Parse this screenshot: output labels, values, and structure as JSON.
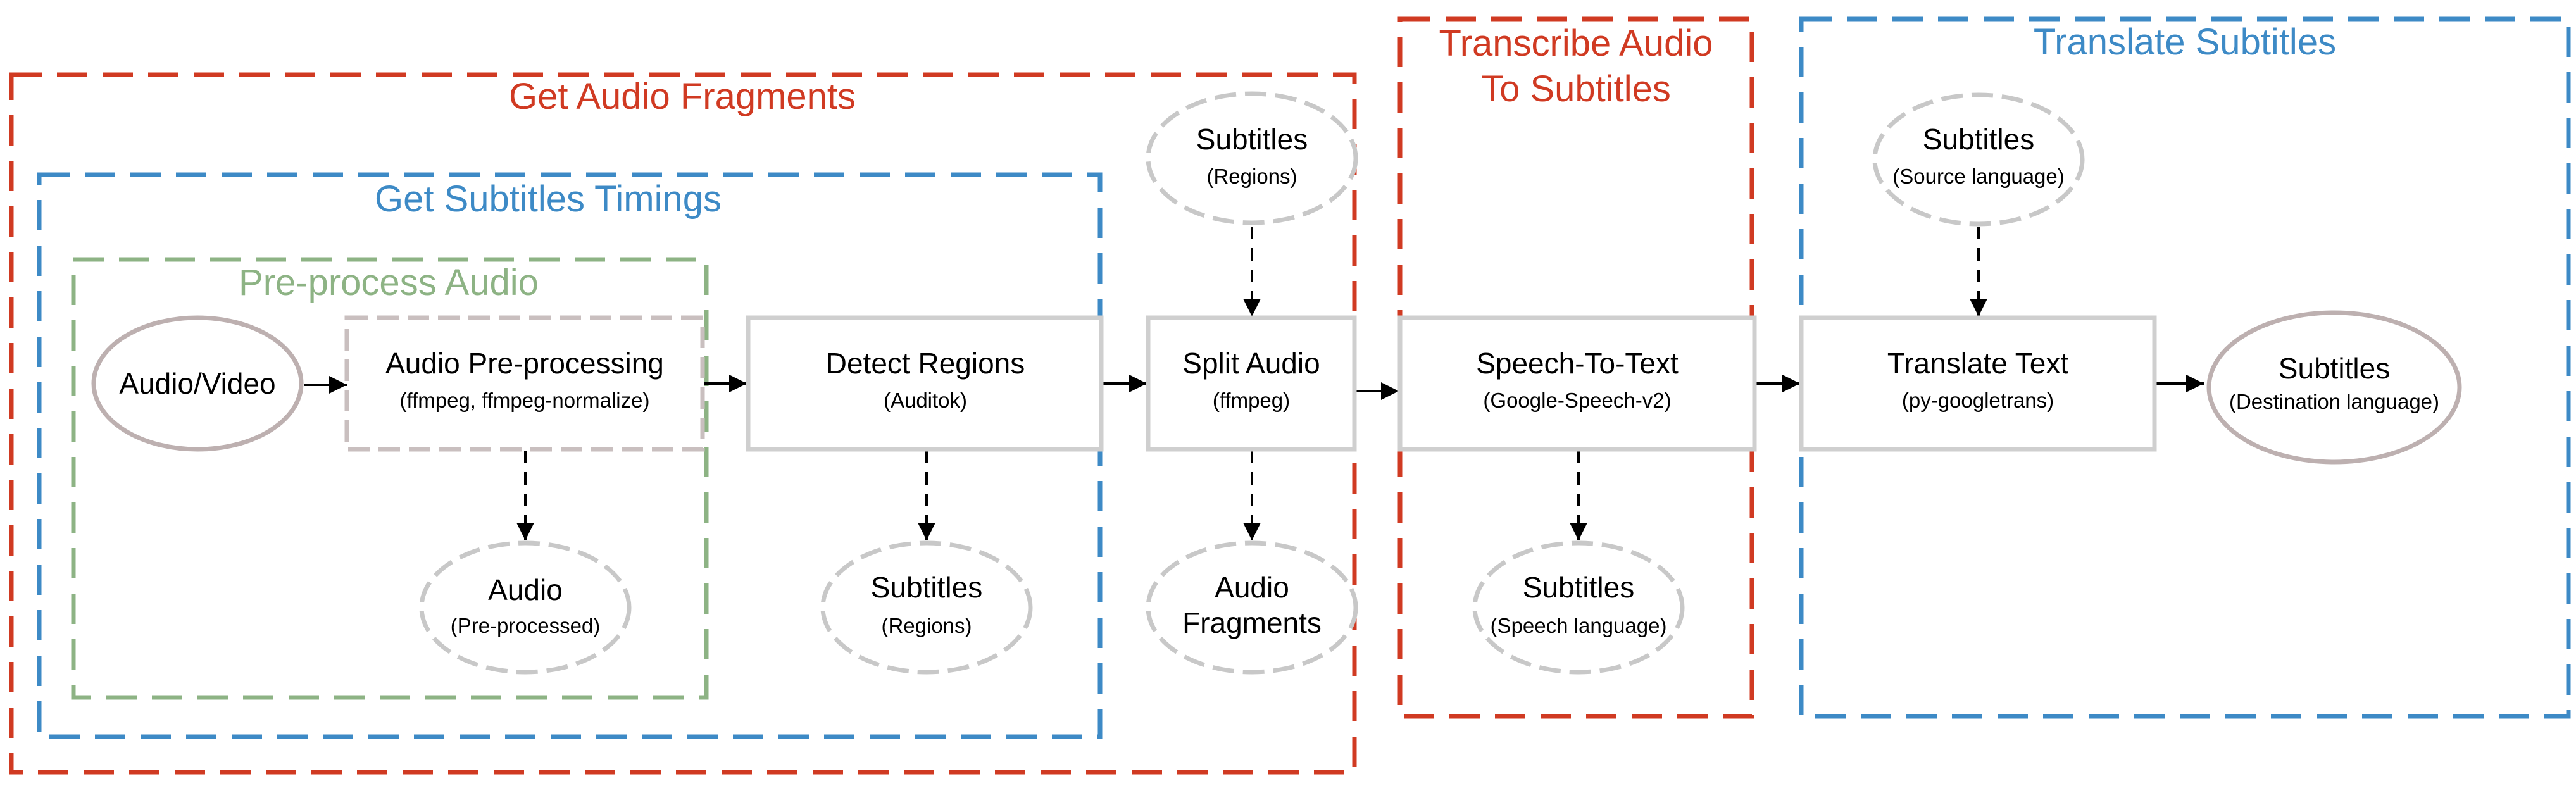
{
  "colors": {
    "red": "#d03a22",
    "blue": "#3d8ac6",
    "green": "#8db384",
    "box_border": "#cfcfcf",
    "text": "#000000"
  },
  "groups": {
    "get_audio_fragments": {
      "title": "Get Audio Fragments",
      "color": "#d03a22"
    },
    "get_subtitles_timings": {
      "title": "Get Subtitles Timings",
      "color": "#3d8ac6"
    },
    "preprocess_audio": {
      "title": "Pre-process Audio",
      "color": "#8db384"
    },
    "transcribe": {
      "title_line1": "Transcribe Audio",
      "title_line2": "To Subtitles",
      "color": "#d03a22"
    },
    "translate": {
      "title": "Translate Subtitles",
      "color": "#3d8ac6"
    }
  },
  "processes": {
    "audio_preprocessing": {
      "title": "Audio Pre-processing",
      "sub": "(ffmpeg, ffmpeg-normalize)"
    },
    "detect_regions": {
      "title": "Detect Regions",
      "sub": "(Auditok)"
    },
    "split_audio": {
      "title": "Split Audio",
      "sub": "(ffmpeg)"
    },
    "speech_to_text": {
      "title": "Speech-To-Text",
      "sub": "(Google-Speech-v2)"
    },
    "translate_text": {
      "title": "Translate Text",
      "sub": "(py-googletrans)"
    }
  },
  "data_nodes": {
    "audio_video": {
      "title": "Audio/Video"
    },
    "audio_preprocessed": {
      "title": "Audio",
      "sub": "(Pre-processed)"
    },
    "subtitles_regions_detect": {
      "title": "Subtitles",
      "sub": "(Regions)"
    },
    "subtitles_regions_split": {
      "title": "Subtitles",
      "sub": "(Regions)"
    },
    "audio_fragments": {
      "title_line1": "Audio",
      "title_line2": "Fragments"
    },
    "subtitles_speech": {
      "title": "Subtitles",
      "sub": "(Speech language)"
    },
    "subtitles_source": {
      "title": "Subtitles",
      "sub": "(Source language)"
    },
    "subtitles_destination": {
      "title": "Subtitles",
      "sub": "(Destination language)"
    }
  }
}
